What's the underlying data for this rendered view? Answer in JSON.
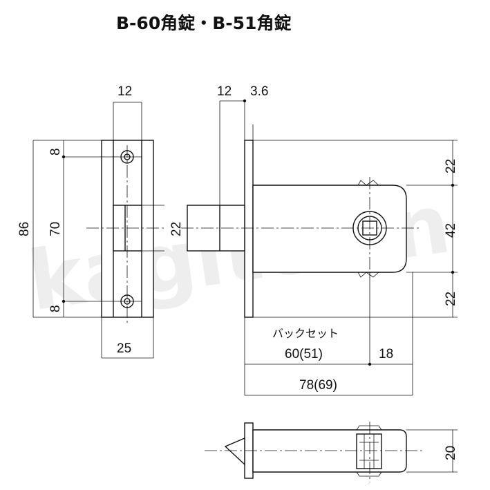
{
  "title": "B-60角錠・B-51角錠",
  "watermark": "kagitown",
  "front_view": {
    "dims": {
      "top_width": "12",
      "bottom_width": "25",
      "overall_height": "86",
      "hole_pitch": "70",
      "upper_offset": "8",
      "lower_offset": "8",
      "bolt_height": "22"
    }
  },
  "side_view": {
    "dims": {
      "bolt_projection": "12",
      "faceplate_thickness": "3.6",
      "top_section": "22",
      "middle_section": "42",
      "bottom_section": "22",
      "spindle_offset": "18",
      "overall_length": "78(69)",
      "backset_value": "60(51)"
    },
    "backset_label": "バックセット"
  },
  "bottom_view": {
    "dims": {
      "case_thickness": "20"
    }
  }
}
